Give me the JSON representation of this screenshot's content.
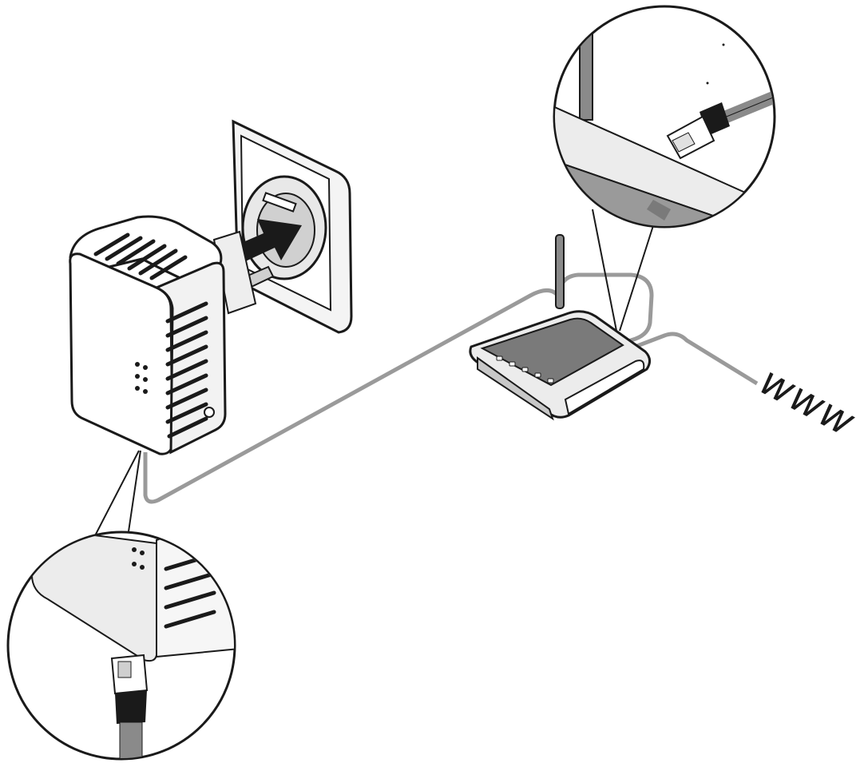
{
  "diagram": {
    "internet_label": "www",
    "adapter_leds": [
      "led-1",
      "led-2",
      "led-3"
    ],
    "router_leds": [
      "led-1",
      "led-2",
      "led-3",
      "led-4",
      "led-5"
    ]
  },
  "colors": {
    "line": "#1a1a1a",
    "cable": "#9a9a9a",
    "arrow": "#1a1a1a",
    "router_top": "#7a7a7a",
    "router_face": "#c8c8c8",
    "light": "#ececec"
  },
  "icons": [
    "arrow-icon",
    "ethernet-plug-icon",
    "antenna-icon"
  ]
}
